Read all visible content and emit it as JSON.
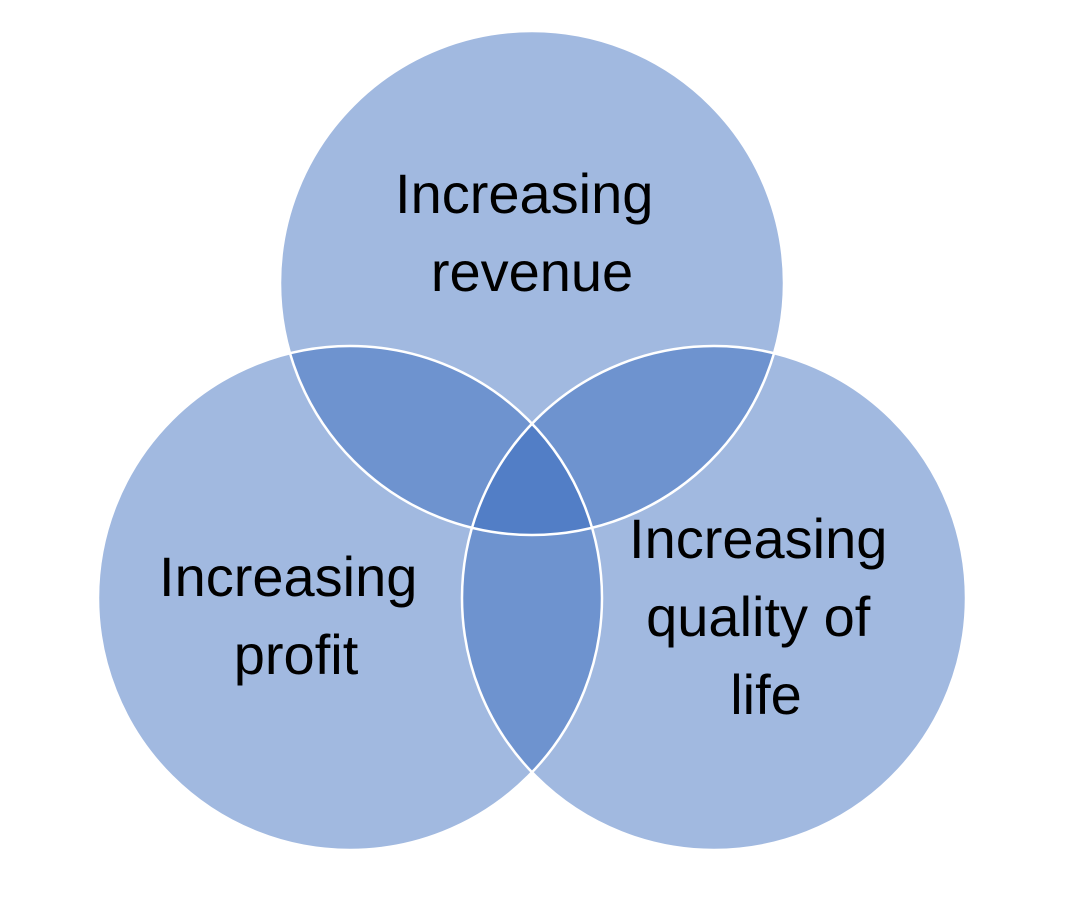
{
  "diagram": {
    "type": "venn",
    "fill_color": "#3366bb",
    "outline_color": "#ffffff",
    "sets": [
      {
        "id": "revenue",
        "lines": [
          "Increasing",
          "revenue"
        ]
      },
      {
        "id": "profit",
        "lines": [
          "Increasing",
          "profit"
        ]
      },
      {
        "id": "quality",
        "lines": [
          "Increasing",
          "quality of",
          "life"
        ]
      }
    ]
  }
}
